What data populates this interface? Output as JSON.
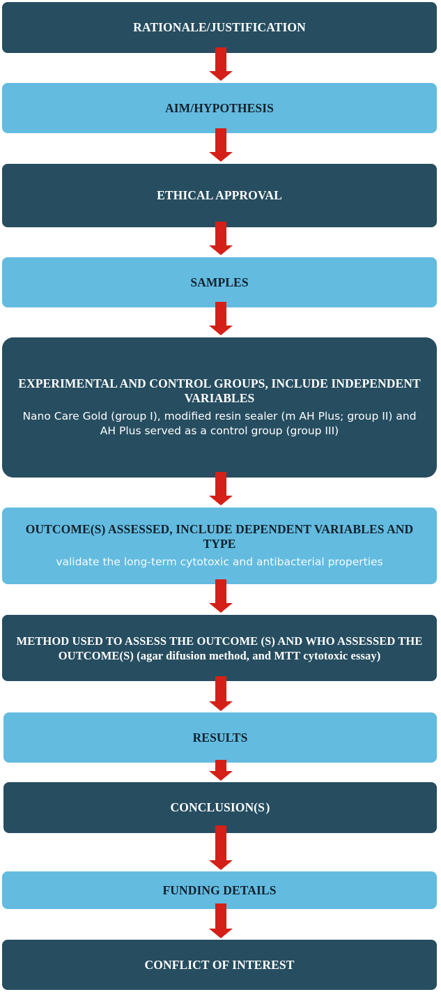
{
  "steps": [
    {
      "title": "RATIONALE/JUSTIFICATION",
      "desc": ""
    },
    {
      "title": "AIM/HYPOTHESIS",
      "desc": ""
    },
    {
      "title": "ETHICAL APPROVAL",
      "desc": ""
    },
    {
      "title": "SAMPLES",
      "desc": ""
    },
    {
      "title": "EXPERIMENTAL AND CONTROL GROUPS, INCLUDE INDEPENDENT VARIABLES",
      "desc": "Nano Care Gold (group I), modified resin sealer (m AH Plus; group II) and AH Plus served as a control group (group III)"
    },
    {
      "title": "OUTCOME(S) ASSESSED, INCLUDE DEPENDENT VARIABLES AND TYPE",
      "desc": "validate the long-term cytotoxic and antibacterial properties"
    },
    {
      "title": "METHOD USED TO ASSESS THE OUTCOME (S) AND WHO ASSESSED THE OUTCOME(S)  (agar difusion method, and MTT cytotoxic essay)",
      "desc": ""
    },
    {
      "title": "RESULTS",
      "desc": ""
    },
    {
      "title": "CONCLUSION(S )",
      "desc": ""
    },
    {
      "title": "FUNDING DETAILS",
      "desc": ""
    },
    {
      "title": "CONFLICT OF INTEREST",
      "desc": ""
    }
  ],
  "colors": {
    "dark": "#264d60",
    "light": "#63bbe0",
    "arrow": "#d42018"
  }
}
